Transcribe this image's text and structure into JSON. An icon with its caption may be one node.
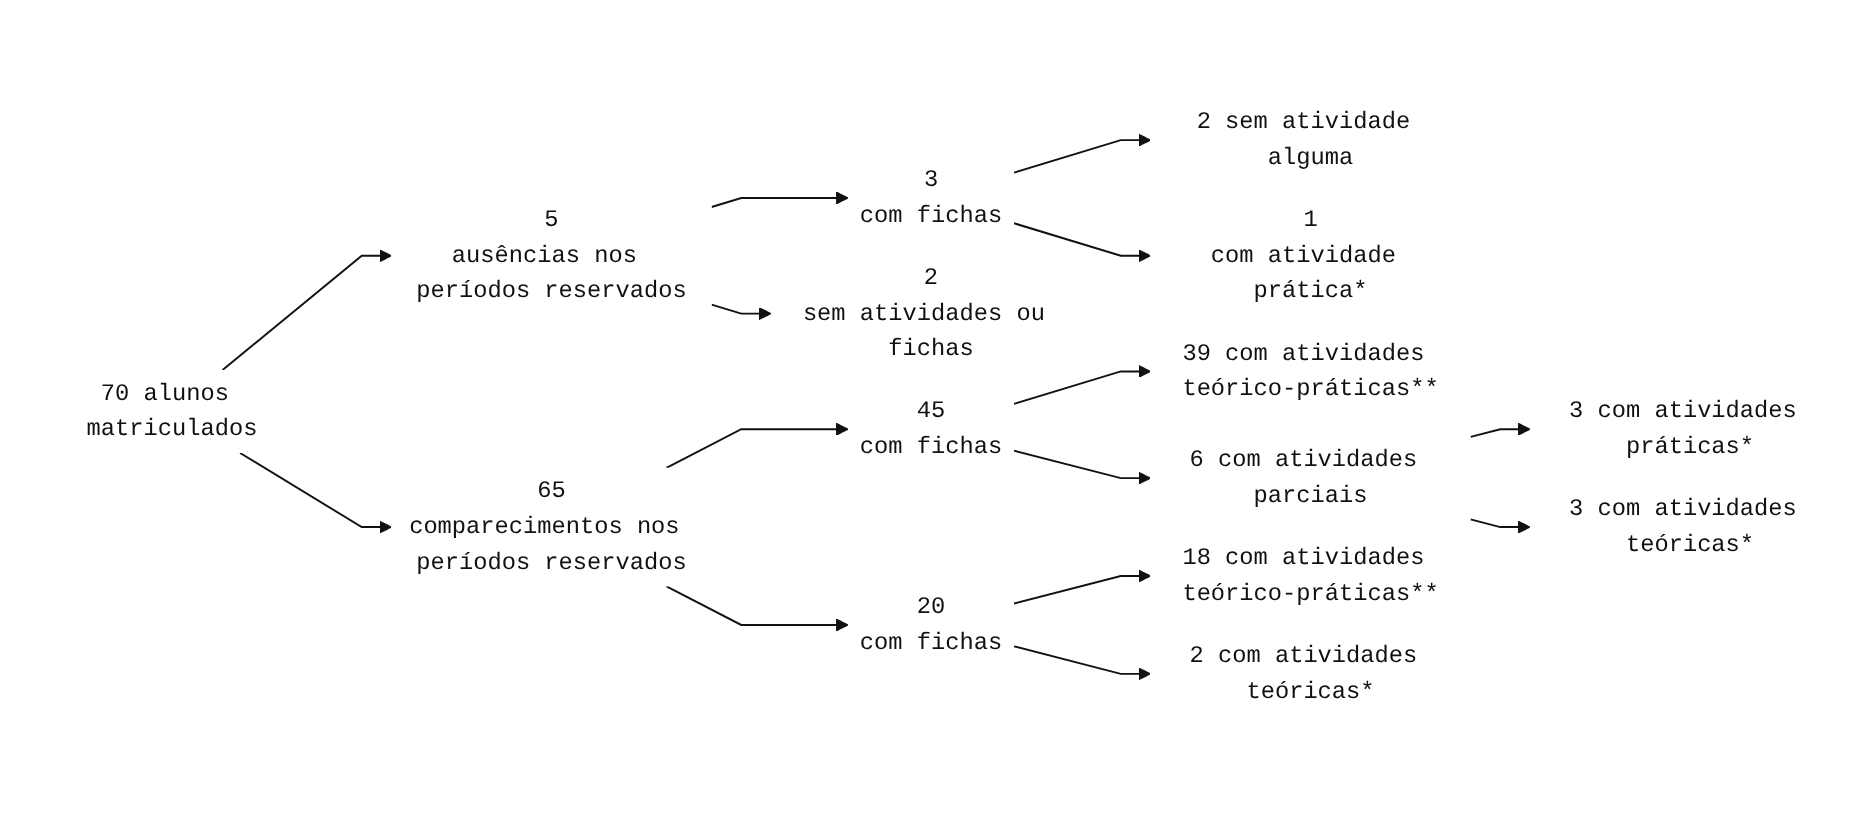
{
  "diagram": {
    "nodes": [
      {
        "text": [
          "70 alunos matriculados"
        ]
      },
      {
        "text": [
          "5",
          "ausências nos períodos reservados"
        ]
      },
      {
        "text": [
          "3",
          "com fichas"
        ]
      },
      {
        "text": [
          "2 sem atividade alguma"
        ]
      },
      {
        "text": [
          "1",
          "com atividade prática*"
        ]
      },
      {
        "text": [
          "2",
          "sem atividades ou fichas"
        ]
      },
      {
        "text": [
          "65",
          "comparecimentos nos períodos reservados"
        ]
      },
      {
        "text": [
          "45",
          "com fichas"
        ]
      },
      {
        "text": [
          "39 com atividades teórico-práticas**"
        ]
      },
      {
        "text": [
          "6 com atividades parciais"
        ]
      },
      {
        "text": [
          "3 com atividades práticas*"
        ]
      },
      {
        "text": [
          "3 com atividades teóricas*"
        ]
      },
      {
        "text": [
          "20",
          "com fichas"
        ]
      },
      {
        "text": [
          "18 com atividades teórico-práticas**"
        ]
      },
      {
        "text": [
          "2 com atividades teóricas*"
        ]
      }
    ],
    "edges": [
      {
        "from": 0,
        "to": 1,
        "arrow": "to"
      },
      {
        "from": 0,
        "to": 6,
        "arrow": "to"
      },
      {
        "from": 1,
        "to": 2,
        "arrow": "to"
      },
      {
        "from": 1,
        "to": 5,
        "arrow": "to"
      },
      {
        "from": 2,
        "to": 3,
        "arrow": "to"
      },
      {
        "from": 2,
        "to": 4,
        "arrow": "to"
      },
      {
        "from": 6,
        "to": 7,
        "arrow": "to"
      },
      {
        "from": 6,
        "to": 12,
        "arrow": "to"
      },
      {
        "from": 7,
        "to": 8,
        "arrow": "to"
      },
      {
        "from": 7,
        "to": 9,
        "arrow": "to"
      },
      {
        "from": 9,
        "to": 10,
        "arrow": "to"
      },
      {
        "from": 9,
        "to": 11,
        "arrow": "to"
      },
      {
        "from": 12,
        "to": 13,
        "arrow": "to"
      },
      {
        "from": 12,
        "to": 14,
        "arrow": "to"
      }
    ]
  }
}
